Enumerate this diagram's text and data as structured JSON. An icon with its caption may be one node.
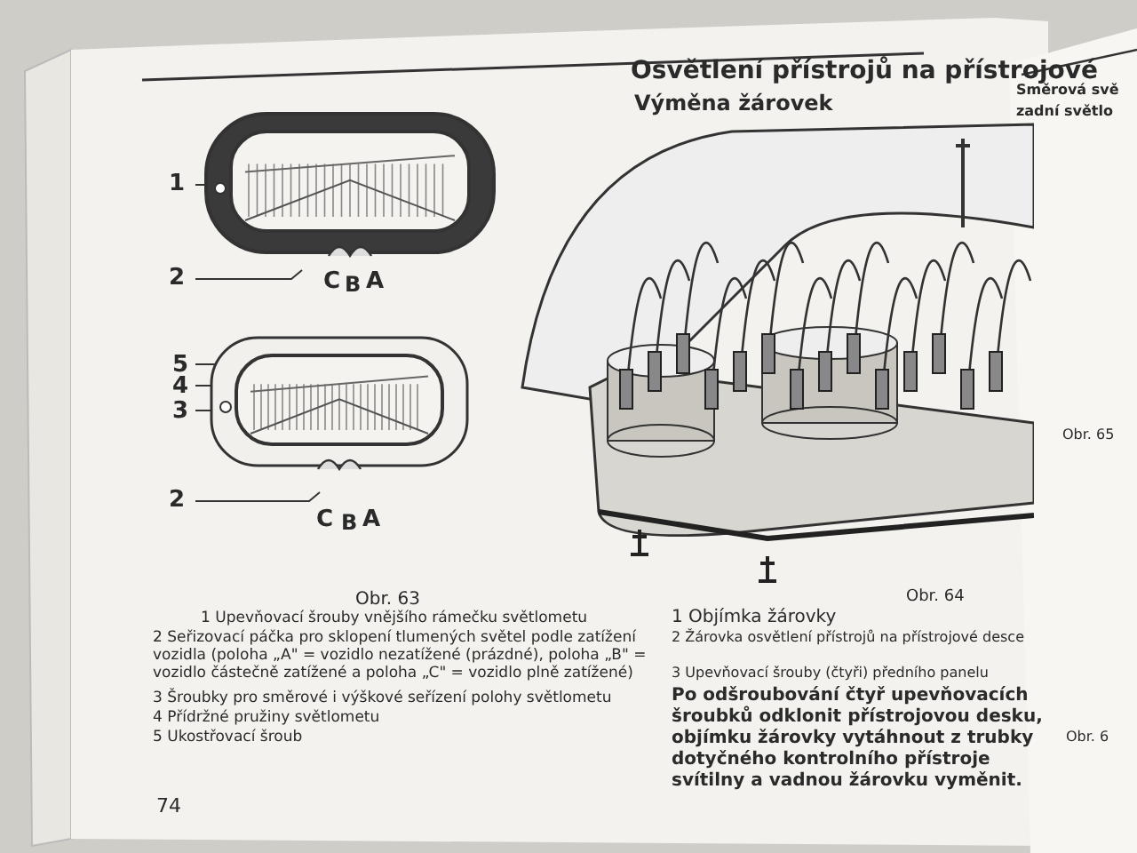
{
  "diagram": {
    "title": "Osvětlení přístrojů na přístrojové",
    "nodes": [
      {
        "text": [
          "1"
        ]
      },
      {
        "text": [
          "2"
        ]
      },
      {
        "text": [],
        "shape": "picture"
      },
      {
        "text": [
          "5"
        ]
      },
      {
        "text": [
          "4"
        ]
      },
      {
        "text": [
          "3"
        ]
      },
      {
        "text": [
          "2"
        ]
      },
      {
        "text": [],
        "shape": "picture"
      },
      {
        "text": [],
        "shape": "picture"
      }
    ],
    "edges": [
      {
        "from": 0,
        "to": 2,
        "arrow": "none"
      },
      {
        "from": 1,
        "to": 2,
        "arrow": "none"
      },
      {
        "from": 3,
        "to": 7,
        "arrow": "none"
      },
      {
        "from": 4,
        "to": 7,
        "arrow": "none"
      },
      {
        "from": 5,
        "to": 7,
        "arrow": "none"
      },
      {
        "from": 6,
        "to": 7,
        "arrow": "none"
      }
    ],
    "labels": [
      "Výměna žárovek",
      "C",
      "B",
      "A",
      "C",
      "B",
      "A",
      "Obr. 63",
      "1 Upevňovací šrouby vnějšího rámečku světlometu",
      "2 Seřizovací páčka pro sklopení tlumených světel podle zatížení vozidla (poloha „A\" = vozidlo nezatížené (prázdné), poloha „B\" = vozidlo částečně zatížené a poloha „C\" = vozidlo plně zatížené)",
      "3 Šroubky pro směrové i výškové seřízení polohy světlometu",
      "4 Přídržné pružiny světlometu",
      "5 Ukostřovací šroub",
      "Obr. 64",
      "1 Objímka žárovky",
      "2 Žárovka osvětlení přístrojů na přístrojové desce",
      "3 Upevňovací šrouby (čtyři) předního panelu",
      "Po odšroubování čtyř upevňovacích šroubků odklonit přístrojovou desku, objímku žárovky vytáhnout z trubky dotyčného kontrolního přístroje svítilny a vadnou žárovku vyměnit.",
      "74",
      "Směrová svě",
      "zadní světlo",
      "Obr. 65",
      "Obr. 6"
    ]
  }
}
